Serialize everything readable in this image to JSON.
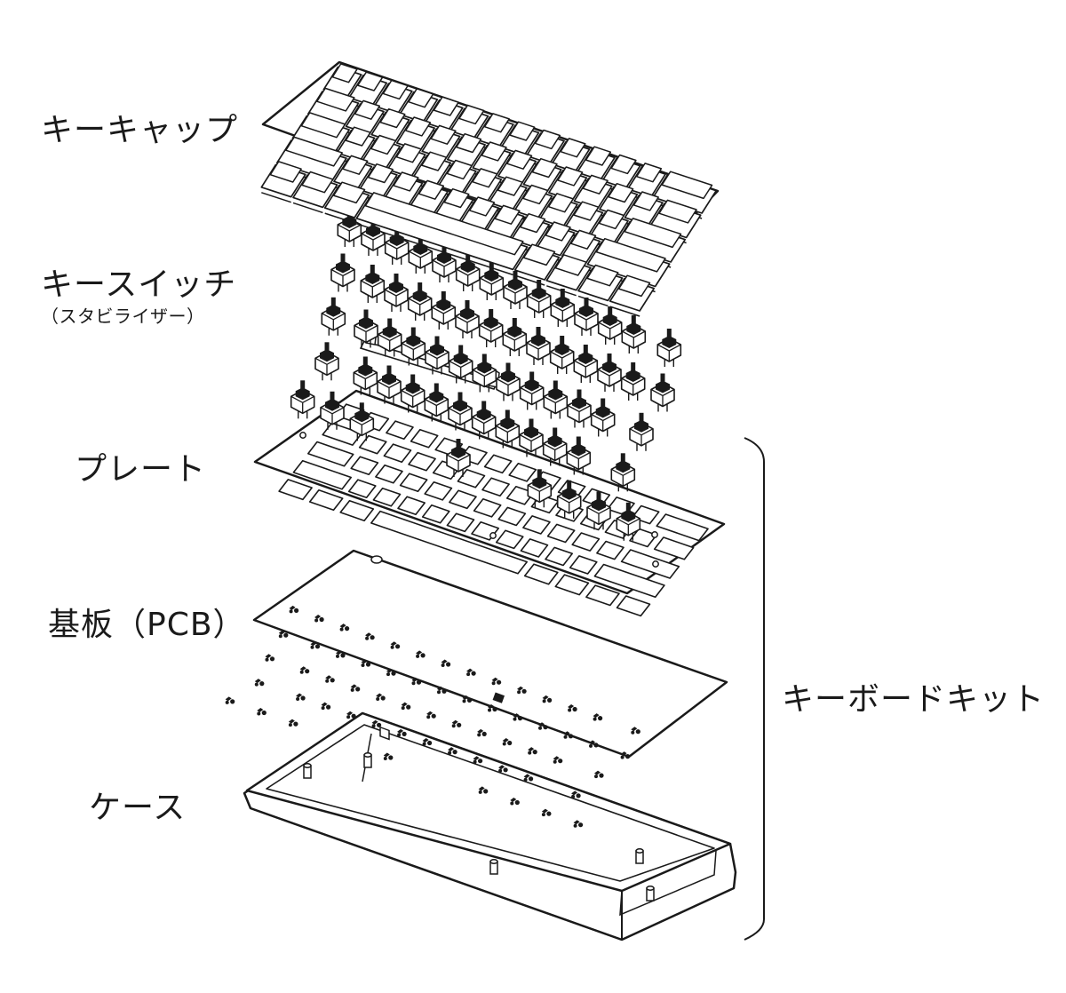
{
  "labels": {
    "keycaps": "キーキャップ",
    "switches": "キースイッチ",
    "stabilizers": "（スタビライザー）",
    "plate": "プレート",
    "pcb": "基板（PCB）",
    "case": "ケース",
    "kit": "キーボードキット"
  },
  "colors": {
    "ink": "#1a1a1a",
    "background": "#ffffff",
    "switch_body": "#1a1a1a"
  }
}
